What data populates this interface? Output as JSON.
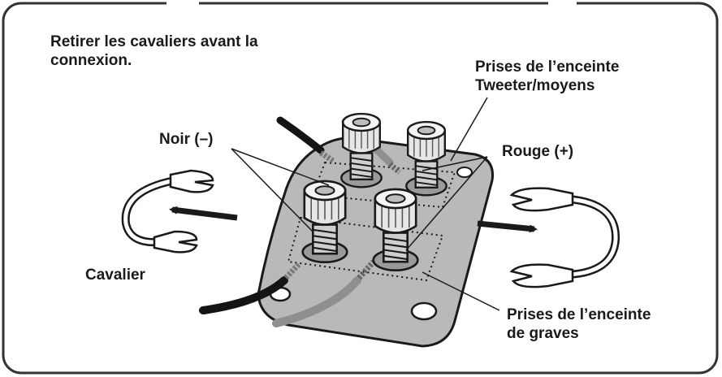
{
  "instruction": {
    "line1": "Retirer les cavaliers avant la",
    "line2": "connexion."
  },
  "labels": {
    "tweeter_line1": "Prises de l’enceinte",
    "tweeter_line2": "Tweeter/moyens",
    "noir": "Noir (–)",
    "rouge": "Rouge (+)",
    "cavalier": "Cavalier",
    "graves_line1": "Prises de l’enceinte",
    "graves_line2": "de graves"
  },
  "colors": {
    "ink": "#1a1a1a",
    "plate": "#b9b9b9",
    "red_wire": "#8f8f8f",
    "black_wire": "#141414"
  }
}
